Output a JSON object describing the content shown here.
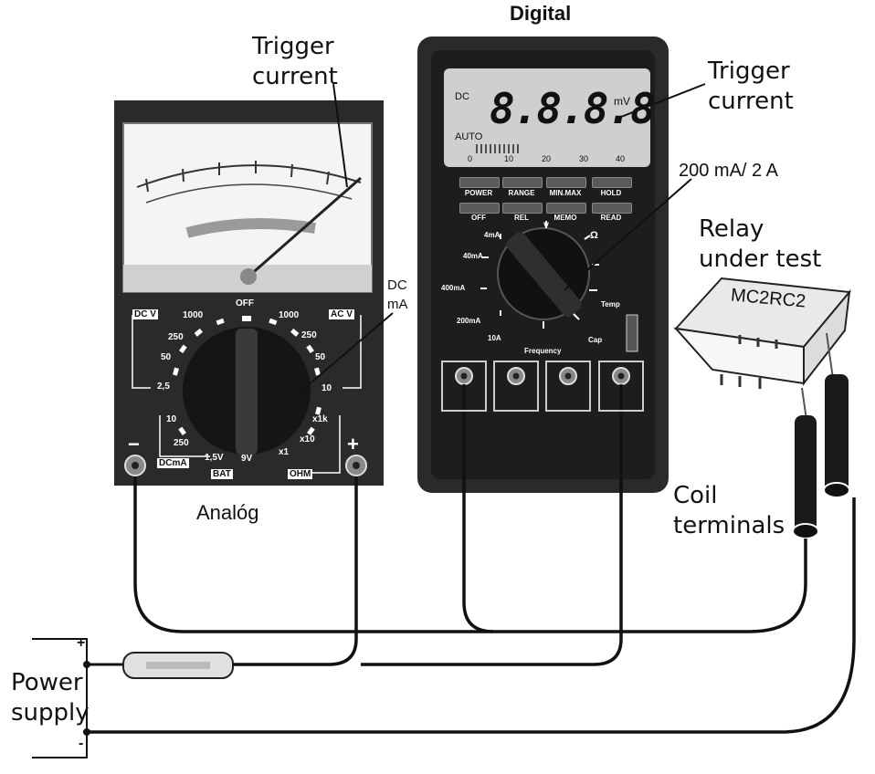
{
  "labels": {
    "trigger_current_analog": [
      "Trigger",
      "current"
    ],
    "trigger_current_digital": [
      "Trigger",
      "current"
    ],
    "digital": "Digital",
    "analog": "Analóg",
    "dc_ma": [
      "DC",
      "mA"
    ],
    "range_200ma_2a": "200 mA/ 2 A",
    "relay": [
      "Relay",
      "under test"
    ],
    "relay_part": "MC2RC2",
    "coil": [
      "Coil",
      "terminals"
    ],
    "power_supply": [
      "Power",
      "supply"
    ],
    "ps_plus": "+",
    "ps_minus": "-"
  },
  "analog_meter": {
    "off": "OFF",
    "dcv": "DC V",
    "acv": "AC V",
    "left_scale": [
      "1000",
      "250",
      "50",
      "2,5",
      "10",
      "250"
    ],
    "right_scale": [
      "1000",
      "250",
      "50",
      "10"
    ],
    "ohm_scale": [
      "x1k",
      "x10",
      "x1"
    ],
    "bottom": [
      "1,5V",
      "9V"
    ],
    "dcma": "DCmA",
    "bat": "BAT",
    "ohm": "OHM",
    "minus": "−",
    "plus": "+"
  },
  "digital_meter": {
    "display_value": "8.8.8.8",
    "unit": "mV",
    "dc": "DC",
    "auto": "AUTO",
    "bar_ticks": [
      "0",
      "10",
      "20",
      "30",
      "40"
    ],
    "buttons_top": [
      "POWER",
      "RANGE",
      "MIN.MAX",
      "HOLD"
    ],
    "buttons_bottom": [
      "OFF",
      "REL",
      "MEMO",
      "READ"
    ],
    "dial_labels": [
      "4mA",
      "40mA",
      "400mA",
      "200mA",
      "10A",
      "Frequency",
      "V",
      "Ω",
      "Temp",
      "Cap"
    ]
  },
  "colors": {
    "meter_body": "#2a2a2a",
    "lcd": "#cfcfcf",
    "ink": "#111111"
  }
}
